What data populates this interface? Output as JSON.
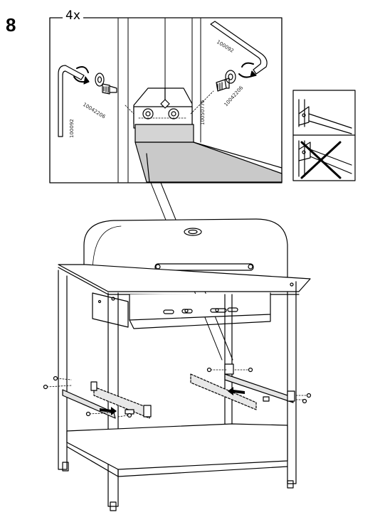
{
  "step": {
    "number": "8",
    "quantity": "4x"
  },
  "part_numbers": {
    "allen_key_left": "100092",
    "bolt_left": "10042206",
    "allen_key_right": "100092",
    "bolt_right": "10042206",
    "bracket": "10050776"
  }
}
